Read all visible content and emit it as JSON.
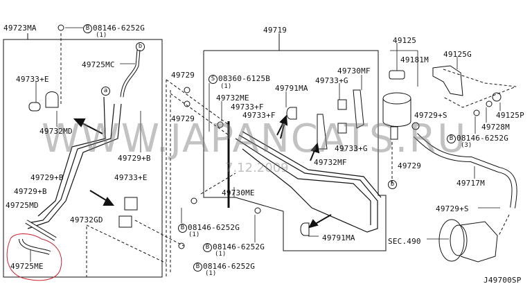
{
  "diagram_code": "J49700SP",
  "watermark": {
    "site": "WWW.JAPANCATS.RU",
    "date": "7.12.2009"
  },
  "bolt_prefix_b": "B",
  "bolt_prefix_s": "S",
  "circle_a": "a",
  "circle_b": "b",
  "labels": {
    "p49723MA": "49723MA",
    "bolt_top": "08146-6252G",
    "bolt_top_qty": "(1)",
    "p49719": "49719",
    "p49125": "49125",
    "p49181M": "49181M",
    "p49125G": "49125G",
    "p49730MF": "49730MF",
    "p49733G_1": "49733+G",
    "p49733G_2": "49733+G",
    "p49791MA_1": "49791MA",
    "p49791MA_2": "49791MA",
    "screw": "08360-6125B",
    "screw_qty": "(1)",
    "p49729_1": "49729",
    "p49729_2": "49729",
    "p49729_3": "49729",
    "p49732ME": "49732ME",
    "p49733F_1": "49733+F",
    "p49733F_2": "49733+F",
    "p49732MF": "49732MF",
    "p49730ME": "49730ME",
    "p49725MC": "49725MC",
    "p49733E_1": "49733+E",
    "p49733E_2": "49733+E",
    "p49732MD": "49732MD",
    "p49729B_1": "49729+B",
    "p49729B_2": "49729+B",
    "p49729B_3": "49729+B",
    "p49725MD": "49725MD",
    "p49732GD": "49732GD",
    "p49725ME": "49725ME",
    "bolt_m1": "08146-6252G",
    "bolt_m1_qty": "(1)",
    "bolt_m2": "08146-6252G",
    "bolt_m2_qty": "(1)",
    "bolt_m3": "08146-6252G",
    "bolt_m3_qty": "(1)",
    "p49729S_1": "49729+S",
    "p49729S_2": "49729+S",
    "p49125P": "49125P",
    "p49728M": "49728M",
    "bolt_r": "08146-6252G",
    "bolt_r_qty": "(3)",
    "p49717M": "49717M",
    "sec490": "SEC.490"
  }
}
